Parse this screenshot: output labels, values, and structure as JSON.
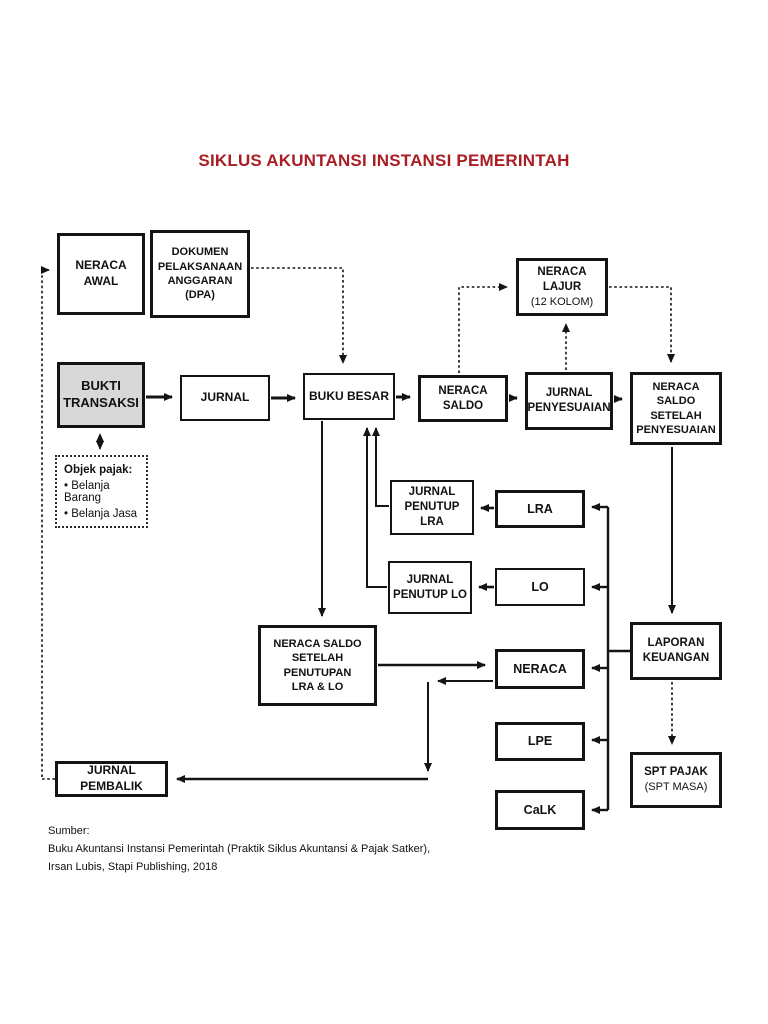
{
  "page": {
    "title": "SIKLUS AKUNTANSI INSTANSI PEMERINTAH",
    "title_color": "#a81e24",
    "background_color": "#ffffff"
  },
  "nodes": {
    "neraca_awal": {
      "label": "NERACA\nAWAL"
    },
    "dpa": {
      "label": "DOKUMEN\nPELAKSANAAN\nANGGARAN (DPA)"
    },
    "neraca_lajur": {
      "label": "NERACA LAJUR",
      "sublabel": "(12 KOLOM)"
    },
    "bukti_transaksi": {
      "label": "BUKTI\nTRANSAKSI",
      "fill": "#d8d8d8"
    },
    "jurnal": {
      "label": "JURNAL"
    },
    "buku_besar": {
      "label": "BUKU BESAR"
    },
    "neraca_saldo": {
      "label": "NERACA SALDO"
    },
    "jurnal_penyesuaian": {
      "label": "JURNAL\nPENYESUAIAN"
    },
    "neraca_saldo_setelah_penyesuaian": {
      "label": "NERACA SALDO\nSETELAH\nPENYESUAIAN"
    },
    "objek_pajak": {
      "title": "Objek pajak:",
      "items": [
        "• Belanja Barang",
        "• Belanja Jasa"
      ]
    },
    "jurnal_penutup_lra": {
      "label": "JURNAL\nPENUTUP LRA"
    },
    "lra": {
      "label": "LRA"
    },
    "jurnal_penutup_lo": {
      "label": "JURNAL\nPENUTUP LO"
    },
    "lo": {
      "label": "LO"
    },
    "neraca_saldo_setelah_penutupan": {
      "label": "NERACA SALDO\nSETELAH PENUTUPAN\nLRA & LO"
    },
    "neraca": {
      "label": "NERACA"
    },
    "laporan_keuangan": {
      "label": "LAPORAN\nKEUANGAN"
    },
    "lpe": {
      "label": "LPE"
    },
    "calk": {
      "label": "CaLK"
    },
    "spt_pajak": {
      "label": "SPT PAJAK",
      "sublabel": "(SPT MASA)"
    },
    "jurnal_pembalik": {
      "label": "JURNAL PEMBALIK"
    }
  },
  "edges": [
    {
      "from": "bukti_transaksi",
      "to": "jurnal",
      "style": "solid"
    },
    {
      "from": "jurnal",
      "to": "buku_besar",
      "style": "solid"
    },
    {
      "from": "buku_besar",
      "to": "neraca_saldo",
      "style": "solid"
    },
    {
      "from": "neraca_saldo",
      "to": "jurnal_penyesuaian",
      "style": "solid"
    },
    {
      "from": "jurnal_penyesuaian",
      "to": "neraca_saldo_setelah_penyesuaian",
      "style": "solid"
    },
    {
      "from": "neraca_saldo_setelah_penyesuaian",
      "to": "laporan_keuangan",
      "style": "solid"
    },
    {
      "from": "laporan_keuangan",
      "to": "lra",
      "style": "solid"
    },
    {
      "from": "laporan_keuangan",
      "to": "lo",
      "style": "solid"
    },
    {
      "from": "laporan_keuangan",
      "to": "neraca",
      "style": "solid"
    },
    {
      "from": "laporan_keuangan",
      "to": "lpe",
      "style": "solid"
    },
    {
      "from": "laporan_keuangan",
      "to": "calk",
      "style": "solid"
    },
    {
      "from": "lra",
      "to": "jurnal_penutup_lra",
      "style": "solid"
    },
    {
      "from": "lo",
      "to": "jurnal_penutup_lo",
      "style": "solid"
    },
    {
      "from": "jurnal_penutup_lra",
      "to": "buku_besar",
      "style": "solid"
    },
    {
      "from": "jurnal_penutup_lo",
      "to": "buku_besar",
      "style": "solid"
    },
    {
      "from": "buku_besar",
      "to": "neraca_saldo_setelah_penutupan",
      "style": "solid"
    },
    {
      "from": "neraca_saldo_setelah_penutupan",
      "to": "neraca",
      "style": "solid"
    },
    {
      "from": "neraca",
      "to": "jurnal_pembalik",
      "style": "solid"
    },
    {
      "from": "jurnal_pembalik",
      "to": "neraca_awal",
      "style": "dotted"
    },
    {
      "from": "bukti_transaksi",
      "to": "objek_pajak",
      "style": "dotted-bidirectional"
    },
    {
      "from": "dpa",
      "to": "buku_besar",
      "style": "dotted"
    },
    {
      "from": "neraca_saldo",
      "to": "neraca_lajur",
      "style": "dotted"
    },
    {
      "from": "jurnal_penyesuaian",
      "to": "neraca_lajur",
      "style": "dotted"
    },
    {
      "from": "neraca_lajur",
      "to": "neraca_saldo_setelah_penyesuaian",
      "style": "dotted"
    },
    {
      "from": "laporan_keuangan",
      "to": "spt_pajak",
      "style": "dotted"
    }
  ],
  "source": {
    "lines": [
      "Sumber:",
      "Buku Akuntansi Instansi Pemerintah (Praktik Siklus Akuntansi & Pajak Satker),",
      "Irsan Lubis, Stapi Publishing, 2018"
    ]
  }
}
